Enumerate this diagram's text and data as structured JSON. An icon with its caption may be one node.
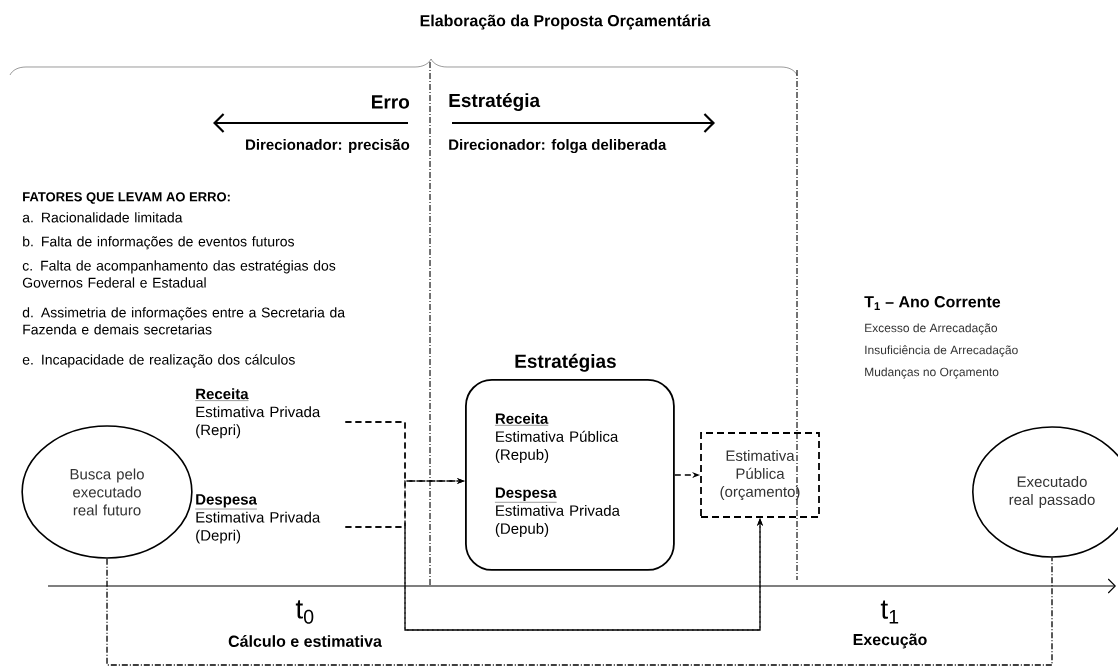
{
  "diagram": {
    "title": "Elaboração da Proposta Orçamentária",
    "nodes": [
      {
        "text": [
          "Busca pelo executado real futuro"
        ]
      },
      {
        "text": [
          "Receita",
          "Estimativa Privada (Repri)"
        ]
      },
      {
        "text": [
          "Despesa",
          "Estimativa Privada (Depri)"
        ]
      },
      {
        "text": [
          "Estratégias",
          "Receita",
          "Estimativa Pública (Repub)",
          "Despesa",
          "Estimativa Privada (Depub)"
        ]
      },
      {
        "text": [
          "Estimativa Pública (orçamento)"
        ]
      },
      {
        "text": [
          "Executado real passado"
        ]
      }
    ],
    "edges": [
      {
        "from": 1,
        "to": 3,
        "arrow": "to",
        "style": "dashed"
      },
      {
        "from": 2,
        "to": 3,
        "arrow": "to",
        "style": "dashed"
      },
      {
        "from": 3,
        "to": 4,
        "arrow": "to",
        "style": "dashed"
      },
      {
        "from": 1,
        "to": 4,
        "arrow": "to",
        "style": "dashed"
      },
      {
        "from": 2,
        "to": 4,
        "arrow": "to",
        "style": "dashed"
      },
      {
        "from": 0,
        "to": 5,
        "arrow": "none",
        "style": "dashed"
      }
    ],
    "labels": [
      "Erro",
      "Direcionador: precisão",
      "Estratégia",
      "Direcionador: folga deliberada",
      "FATORES QUE LEVAM AO ERRO:",
      "a. Racionalidade limitada",
      "b. Falta de informações de eventos futuros",
      "c. Falta de acompanhamento das estratégias dos Governos Federal e Estadual",
      "d. Assimetria de informações entre a Secretaria da Fazenda e demais secretarias",
      "e. Incapacidade de realização dos cálculos",
      "T$_{1}$ – Ano Corrente",
      "Excesso de Arrecadação",
      "Insuficiência de Arrecadação",
      "Mudanças no Orçamento",
      "t$_{0}$",
      "Cálculo e estimativa",
      "t$_{1}$",
      "Execução"
    ]
  }
}
